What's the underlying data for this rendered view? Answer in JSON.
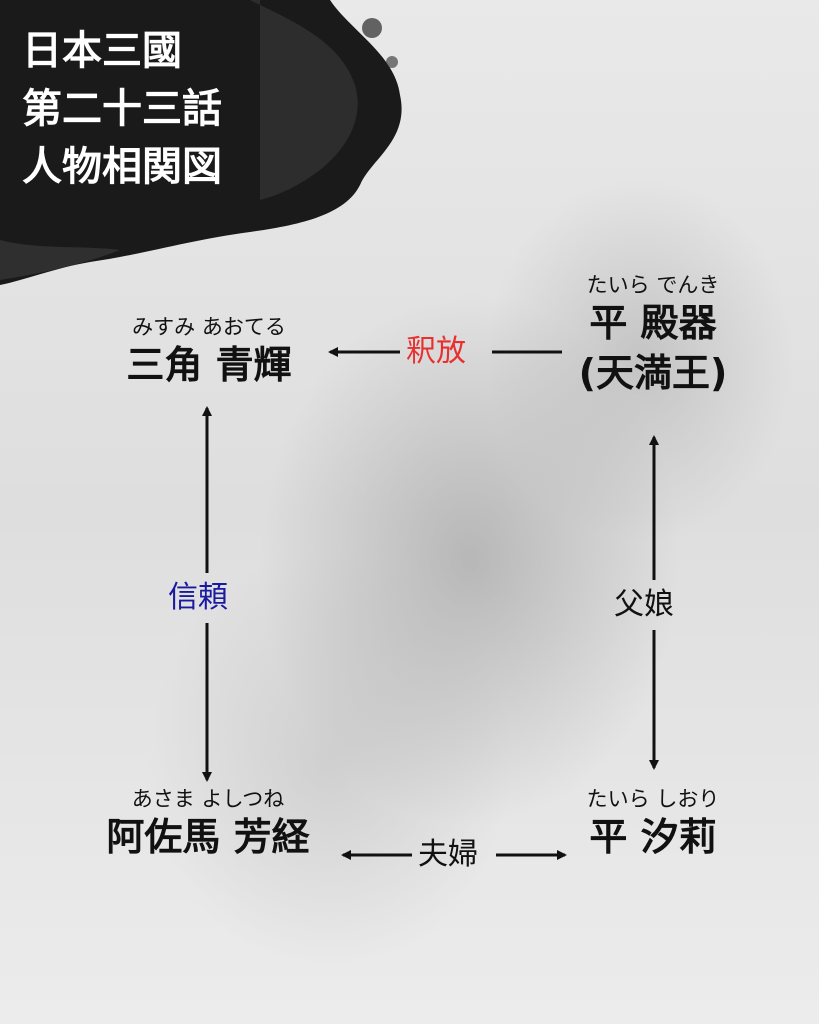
{
  "title": {
    "line1": "日本三國",
    "line2": "第二十三話",
    "line3": "人物相関図"
  },
  "nodes": {
    "misumi": {
      "ruby": "みすみ あおてる",
      "name": "三角 青輝"
    },
    "taira_denki": {
      "ruby": "たいら でんき",
      "name": "平 殿器",
      "alias": "(天満王)"
    },
    "asama": {
      "ruby": "あさま よしつね",
      "name": "阿佐馬 芳経"
    },
    "taira_shiori": {
      "ruby": "たいら しおり",
      "name": "平 汐莉"
    }
  },
  "relations": {
    "release": {
      "label": "釈放",
      "color": "#e8302f"
    },
    "trust": {
      "label": "信頼",
      "color": "#1a1aa0"
    },
    "parent_child": {
      "label": "父娘",
      "color": "#111111"
    },
    "married": {
      "label": "夫婦",
      "color": "#111111"
    }
  }
}
